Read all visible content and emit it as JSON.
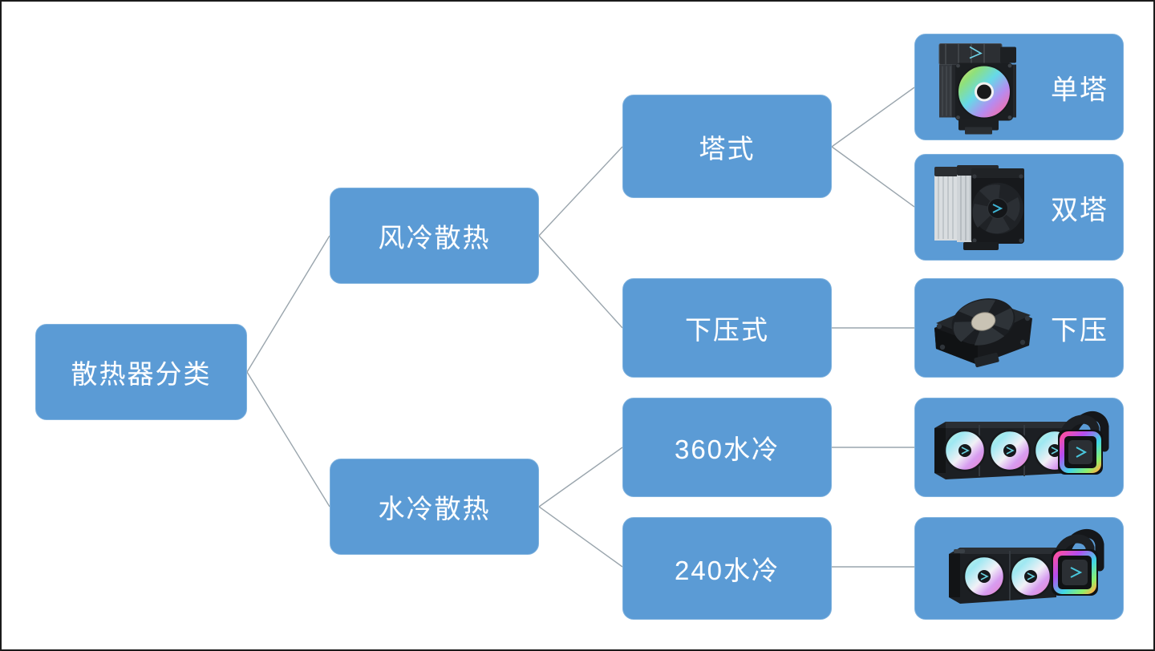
{
  "diagram": {
    "type": "mind-map",
    "title": "散热器分类",
    "background": "#ffffff",
    "node_fill": "#5B9BD5",
    "node_text_color": "#ffffff",
    "edge_color": "#9aa5ad",
    "border_color": "#1b1b1b"
  },
  "nodes": {
    "root": {
      "label": "散热器分类"
    },
    "level2": [
      {
        "id": "air",
        "label": "风冷散热"
      },
      {
        "id": "water",
        "label": "水冷散热"
      }
    ],
    "level3": [
      {
        "id": "tower",
        "label": "塔式"
      },
      {
        "id": "downflow",
        "label": "下压式"
      },
      {
        "id": "aio360",
        "label": "360水冷"
      },
      {
        "id": "aio240",
        "label": "240水冷"
      }
    ],
    "level4": [
      {
        "id": "single-tower",
        "label": "单塔",
        "icon": "single-tower-cooler-icon"
      },
      {
        "id": "dual-tower",
        "label": "双塔",
        "icon": "dual-tower-cooler-icon"
      },
      {
        "id": "top-flow",
        "label": "下压",
        "icon": "top-flow-cooler-icon"
      },
      {
        "id": "aio-360",
        "label": "",
        "icon": "aio-360-radiator-icon"
      },
      {
        "id": "aio-240",
        "label": "",
        "icon": "aio-240-radiator-icon"
      }
    ]
  },
  "edges": [
    {
      "from": "root",
      "to": "air"
    },
    {
      "from": "root",
      "to": "water"
    },
    {
      "from": "air",
      "to": "tower"
    },
    {
      "from": "air",
      "to": "downflow"
    },
    {
      "from": "water",
      "to": "aio360"
    },
    {
      "from": "water",
      "to": "aio240"
    },
    {
      "from": "tower",
      "to": "single-tower"
    },
    {
      "from": "tower",
      "to": "dual-tower"
    },
    {
      "from": "downflow",
      "to": "top-flow"
    },
    {
      "from": "aio360",
      "to": "aio-360"
    },
    {
      "from": "aio240",
      "to": "aio-240"
    }
  ]
}
